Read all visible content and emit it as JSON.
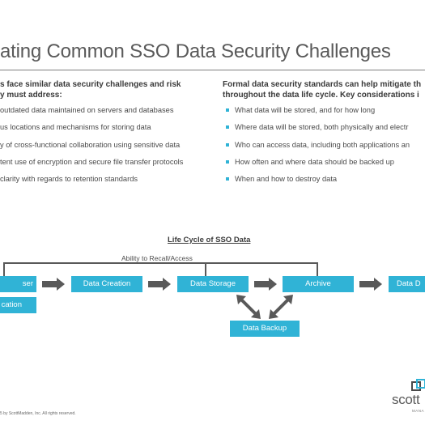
{
  "title": "ating Common SSO Data Security Challenges",
  "left_column": {
    "heading_line1": "s face similar data security challenges and risk",
    "heading_line2": "y must address:",
    "items": [
      "outdated data maintained on servers and databases",
      "us locations and mechanisms for storing data",
      "y of cross-functional collaboration using sensitive data",
      "tent use of encryption and secure file transfer protocols",
      "clarity with regards to retention standards"
    ]
  },
  "right_column": {
    "heading_line1": "Formal data security standards can help mitigate th",
    "heading_line2": "throughout the data life cycle. Key considerations i",
    "items": [
      "What data will be stored, and for how long",
      "Where data will be stored, both physically and electr",
      "Who can access data, including both applications an",
      "How often and where data should be backed up",
      "When and how to destroy data"
    ]
  },
  "diagram": {
    "title": "Life Cycle of SSO Data",
    "recall_label": "Ability to Recall/Access",
    "boxes": {
      "user_line1": "ser",
      "user_line2": "cation",
      "creation": "Data Creation",
      "storage": "Data Storage",
      "archive": "Archive",
      "destruction": "Data D",
      "backup": "Data Backup"
    }
  },
  "footer": {
    "copyright": "5 by ScottMadden, Inc. All rights reserved.",
    "logo_text": "scott",
    "logo_sub": "MANA"
  },
  "colors": {
    "accent": "#30b3d6",
    "arrow": "#595959",
    "text": "#4a4a4a"
  }
}
